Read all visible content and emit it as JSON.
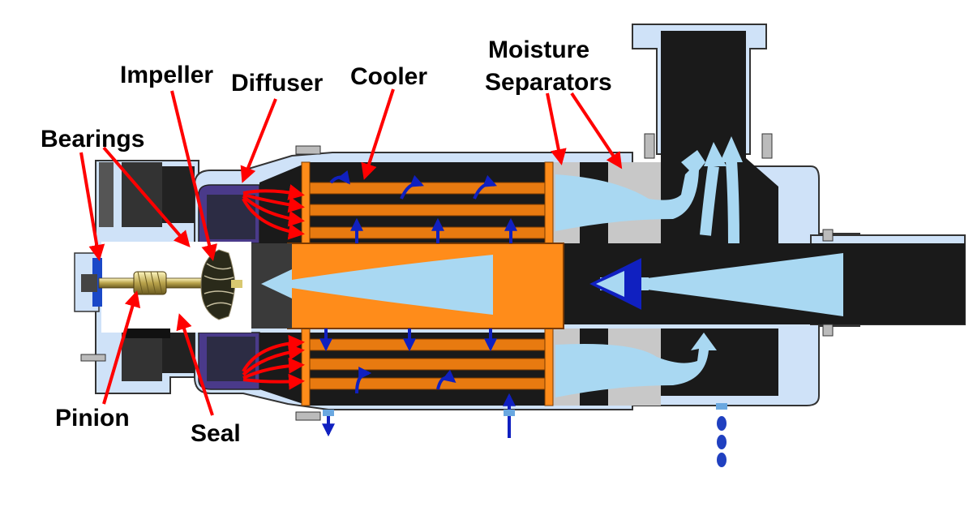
{
  "labels": {
    "bearings": "Bearings",
    "impeller": "Impeller",
    "diffuser": "Diffuser",
    "cooler": "Cooler",
    "moisture": "Moisture",
    "separators": "Separators",
    "pinion": "Pinion",
    "seal": "Seal"
  },
  "colors": {
    "housing": "#cfe2f8",
    "dark": "#1a1a1a",
    "cooler_orange": "#ff8c1a",
    "tube_orange": "#e87a10",
    "airflow": "#a9d8f2",
    "arrow_red": "#ff0000",
    "water_blue": "#1020c0",
    "volute_purple": "#4a3a8a",
    "separator_grey": "#c8c8c8"
  }
}
